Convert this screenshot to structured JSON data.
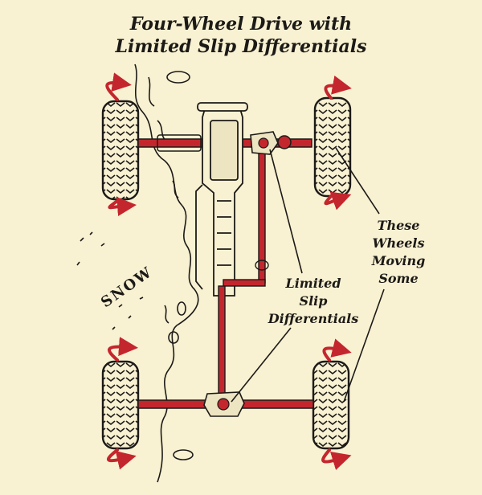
{
  "title": {
    "line1": "Four-Wheel Drive with",
    "line2": "Limited Slip Differentials"
  },
  "labels": {
    "snow": "SNOW",
    "differentials": [
      "Limited",
      "Slip",
      "Differentials"
    ],
    "wheels": [
      "These",
      "Wheels",
      "Moving",
      "Some"
    ]
  },
  "colors": {
    "background": "#f8f1d2",
    "ink": "#1c1a17",
    "drivetrain": "#c4262e",
    "tire": "#f3ecd0"
  },
  "icons": {
    "rotation_arrows": "curved-arrow-icon",
    "tires": "tire-tread-icon"
  }
}
